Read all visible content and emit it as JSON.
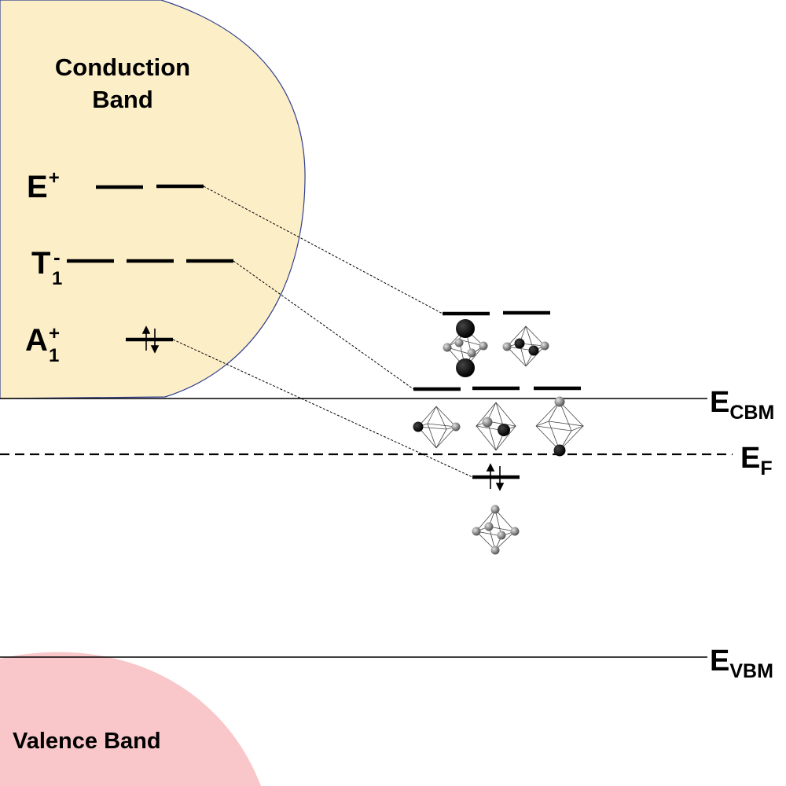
{
  "bands": {
    "conduction": {
      "line1": "Conduction",
      "line2": "Band",
      "fill": "#fcefc8",
      "stroke": "#2f3f8f"
    },
    "valence": {
      "label": "Valence Band",
      "fill": "#f9c7c9"
    }
  },
  "levels": {
    "e_plus": {
      "base": "E",
      "sup": "+"
    },
    "t1_minus": {
      "base": "T",
      "sup": "-",
      "sub": "1"
    },
    "a1_plus": {
      "base": "A",
      "sup": "+",
      "sub": "1"
    }
  },
  "reference_lines": {
    "cbm": {
      "base": "E",
      "sub": "CBM"
    },
    "fermi": {
      "base": "E",
      "sub": "F"
    },
    "vbm": {
      "base": "E",
      "sub": "VBM"
    }
  },
  "colors": {
    "ink": "#000000",
    "atom_light": "#8a8a8a",
    "atom_dark": "#000000"
  }
}
